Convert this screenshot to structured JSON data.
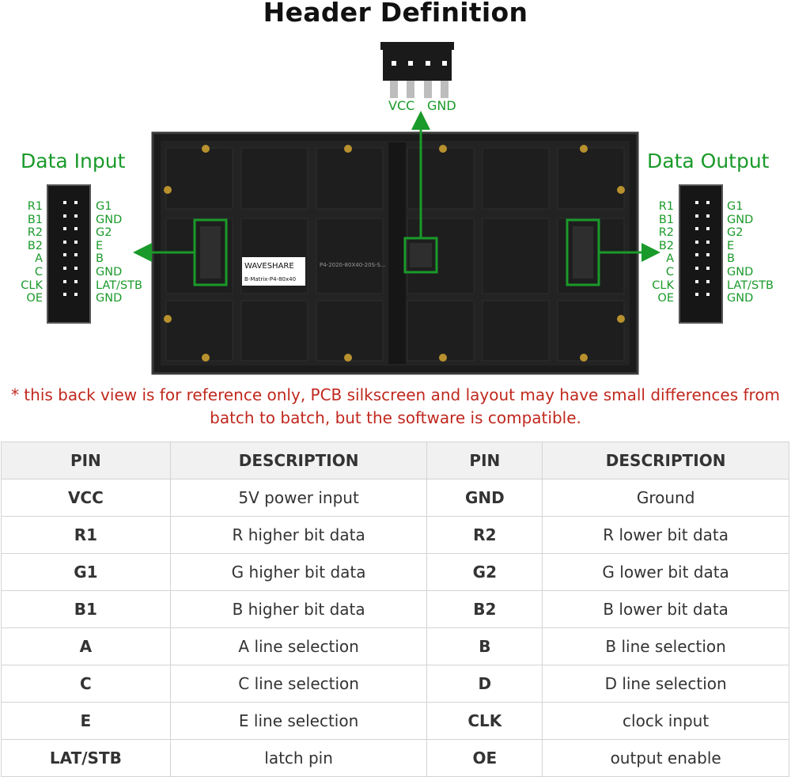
{
  "title": "Header Definition",
  "power_header": {
    "vcc": "VCC",
    "gnd": "GND"
  },
  "data_input": {
    "title": "Data Input",
    "left_pins": [
      "R1",
      "B1",
      "R2",
      "B2",
      "A",
      "C",
      "CLK",
      "OE"
    ],
    "right_pins": [
      "G1",
      "GND",
      "G2",
      "E",
      "B",
      "GND",
      "LAT/STB",
      "GND"
    ]
  },
  "data_output": {
    "title": "Data Output",
    "left_pins": [
      "R1",
      "B1",
      "R2",
      "B2",
      "A",
      "C",
      "CLK",
      "OE"
    ],
    "right_pins": [
      "G1",
      "GND",
      "G2",
      "E",
      "B",
      "GND",
      "LAT/STB",
      "GND"
    ]
  },
  "board": {
    "brand": "WAVESHARE",
    "model": "B-Matrix-P4-80x40",
    "pcb_code": "P4-2020-80X40-20S-S..."
  },
  "note": {
    "line1": "* this back view is for reference only, PCB silkscreen and layout may have small differences from",
    "line2": "batch to batch, but the software is compatible."
  },
  "colors": {
    "green": "#1a9a2a",
    "red": "#c0281e",
    "panel": "#1b1b1b"
  },
  "table": {
    "headers": [
      "PIN",
      "DESCRIPTION",
      "PIN",
      "DESCRIPTION"
    ],
    "rows": [
      [
        "VCC",
        "5V power input",
        "GND",
        "Ground"
      ],
      [
        "R1",
        "R higher bit data",
        "R2",
        "R lower bit data"
      ],
      [
        "G1",
        "G higher bit data",
        "G2",
        "G lower bit data"
      ],
      [
        "B1",
        "B higher bit data",
        "B2",
        "B lower bit data"
      ],
      [
        "A",
        "A line selection",
        "B",
        "B line selection"
      ],
      [
        "C",
        "C line selection",
        "D",
        "D line selection"
      ],
      [
        "E",
        "E line selection",
        "CLK",
        "clock input"
      ],
      [
        "LAT/STB",
        "latch pin",
        "OE",
        "output enable"
      ]
    ]
  }
}
